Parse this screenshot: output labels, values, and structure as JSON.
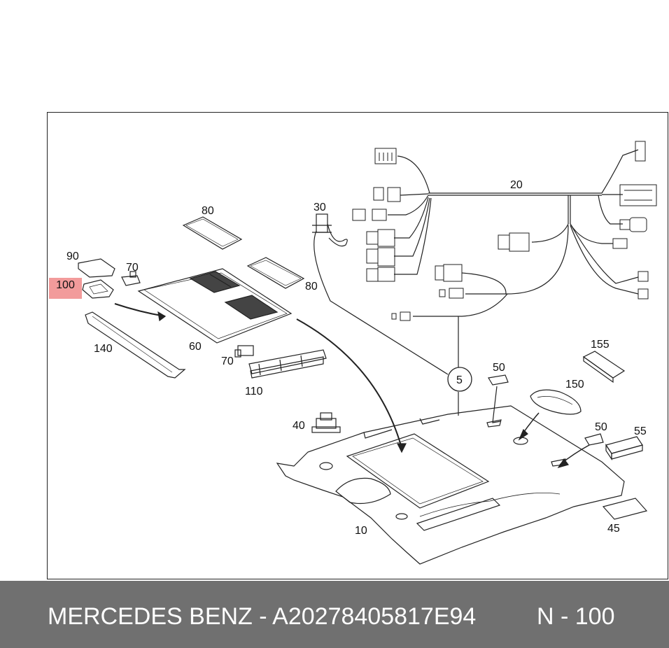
{
  "diagram": {
    "labels": {
      "p10": "10",
      "p20": "20",
      "p30": "30",
      "p40": "40",
      "p45": "45",
      "p5": "5",
      "p50a": "50",
      "p50b": "50",
      "p55": "55",
      "p60": "60",
      "p70a": "70",
      "p70b": "70",
      "p80a": "80",
      "p80b": "80",
      "p90": "90",
      "p100": "100",
      "p110": "110",
      "p140": "140",
      "p150": "150",
      "p155": "155"
    },
    "highlight_color": "#f08a8a"
  },
  "footer": {
    "brand_part": "MERCEDES BENZ - A20278405817E94",
    "ref": "N - 100",
    "background_color": "#707070"
  }
}
